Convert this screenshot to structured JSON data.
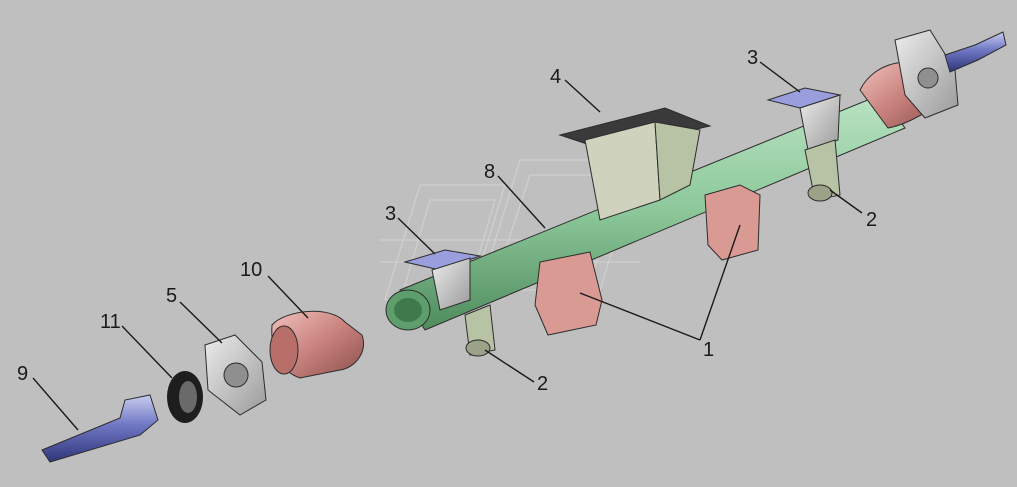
{
  "diagram": {
    "type": "exploded-assembly",
    "callouts": [
      {
        "id": "c1",
        "text": "1"
      },
      {
        "id": "c2a",
        "text": "2"
      },
      {
        "id": "c2b",
        "text": "2"
      },
      {
        "id": "c3a",
        "text": "3"
      },
      {
        "id": "c3b",
        "text": "3"
      },
      {
        "id": "c4",
        "text": "4"
      },
      {
        "id": "c5",
        "text": "5"
      },
      {
        "id": "c8",
        "text": "8"
      },
      {
        "id": "c9",
        "text": "9"
      },
      {
        "id": "c10",
        "text": "10"
      },
      {
        "id": "c11",
        "text": "11"
      }
    ],
    "colors": {
      "background": "#bfbfbf",
      "beam": "#8cc79a",
      "bracket": "#b8c2a4",
      "pad": "#d99a94",
      "flange": "#cfcfcf",
      "spindle": "#5b63b5",
      "seal": "#1e1e1e",
      "plate": "#3a3a3a"
    }
  }
}
